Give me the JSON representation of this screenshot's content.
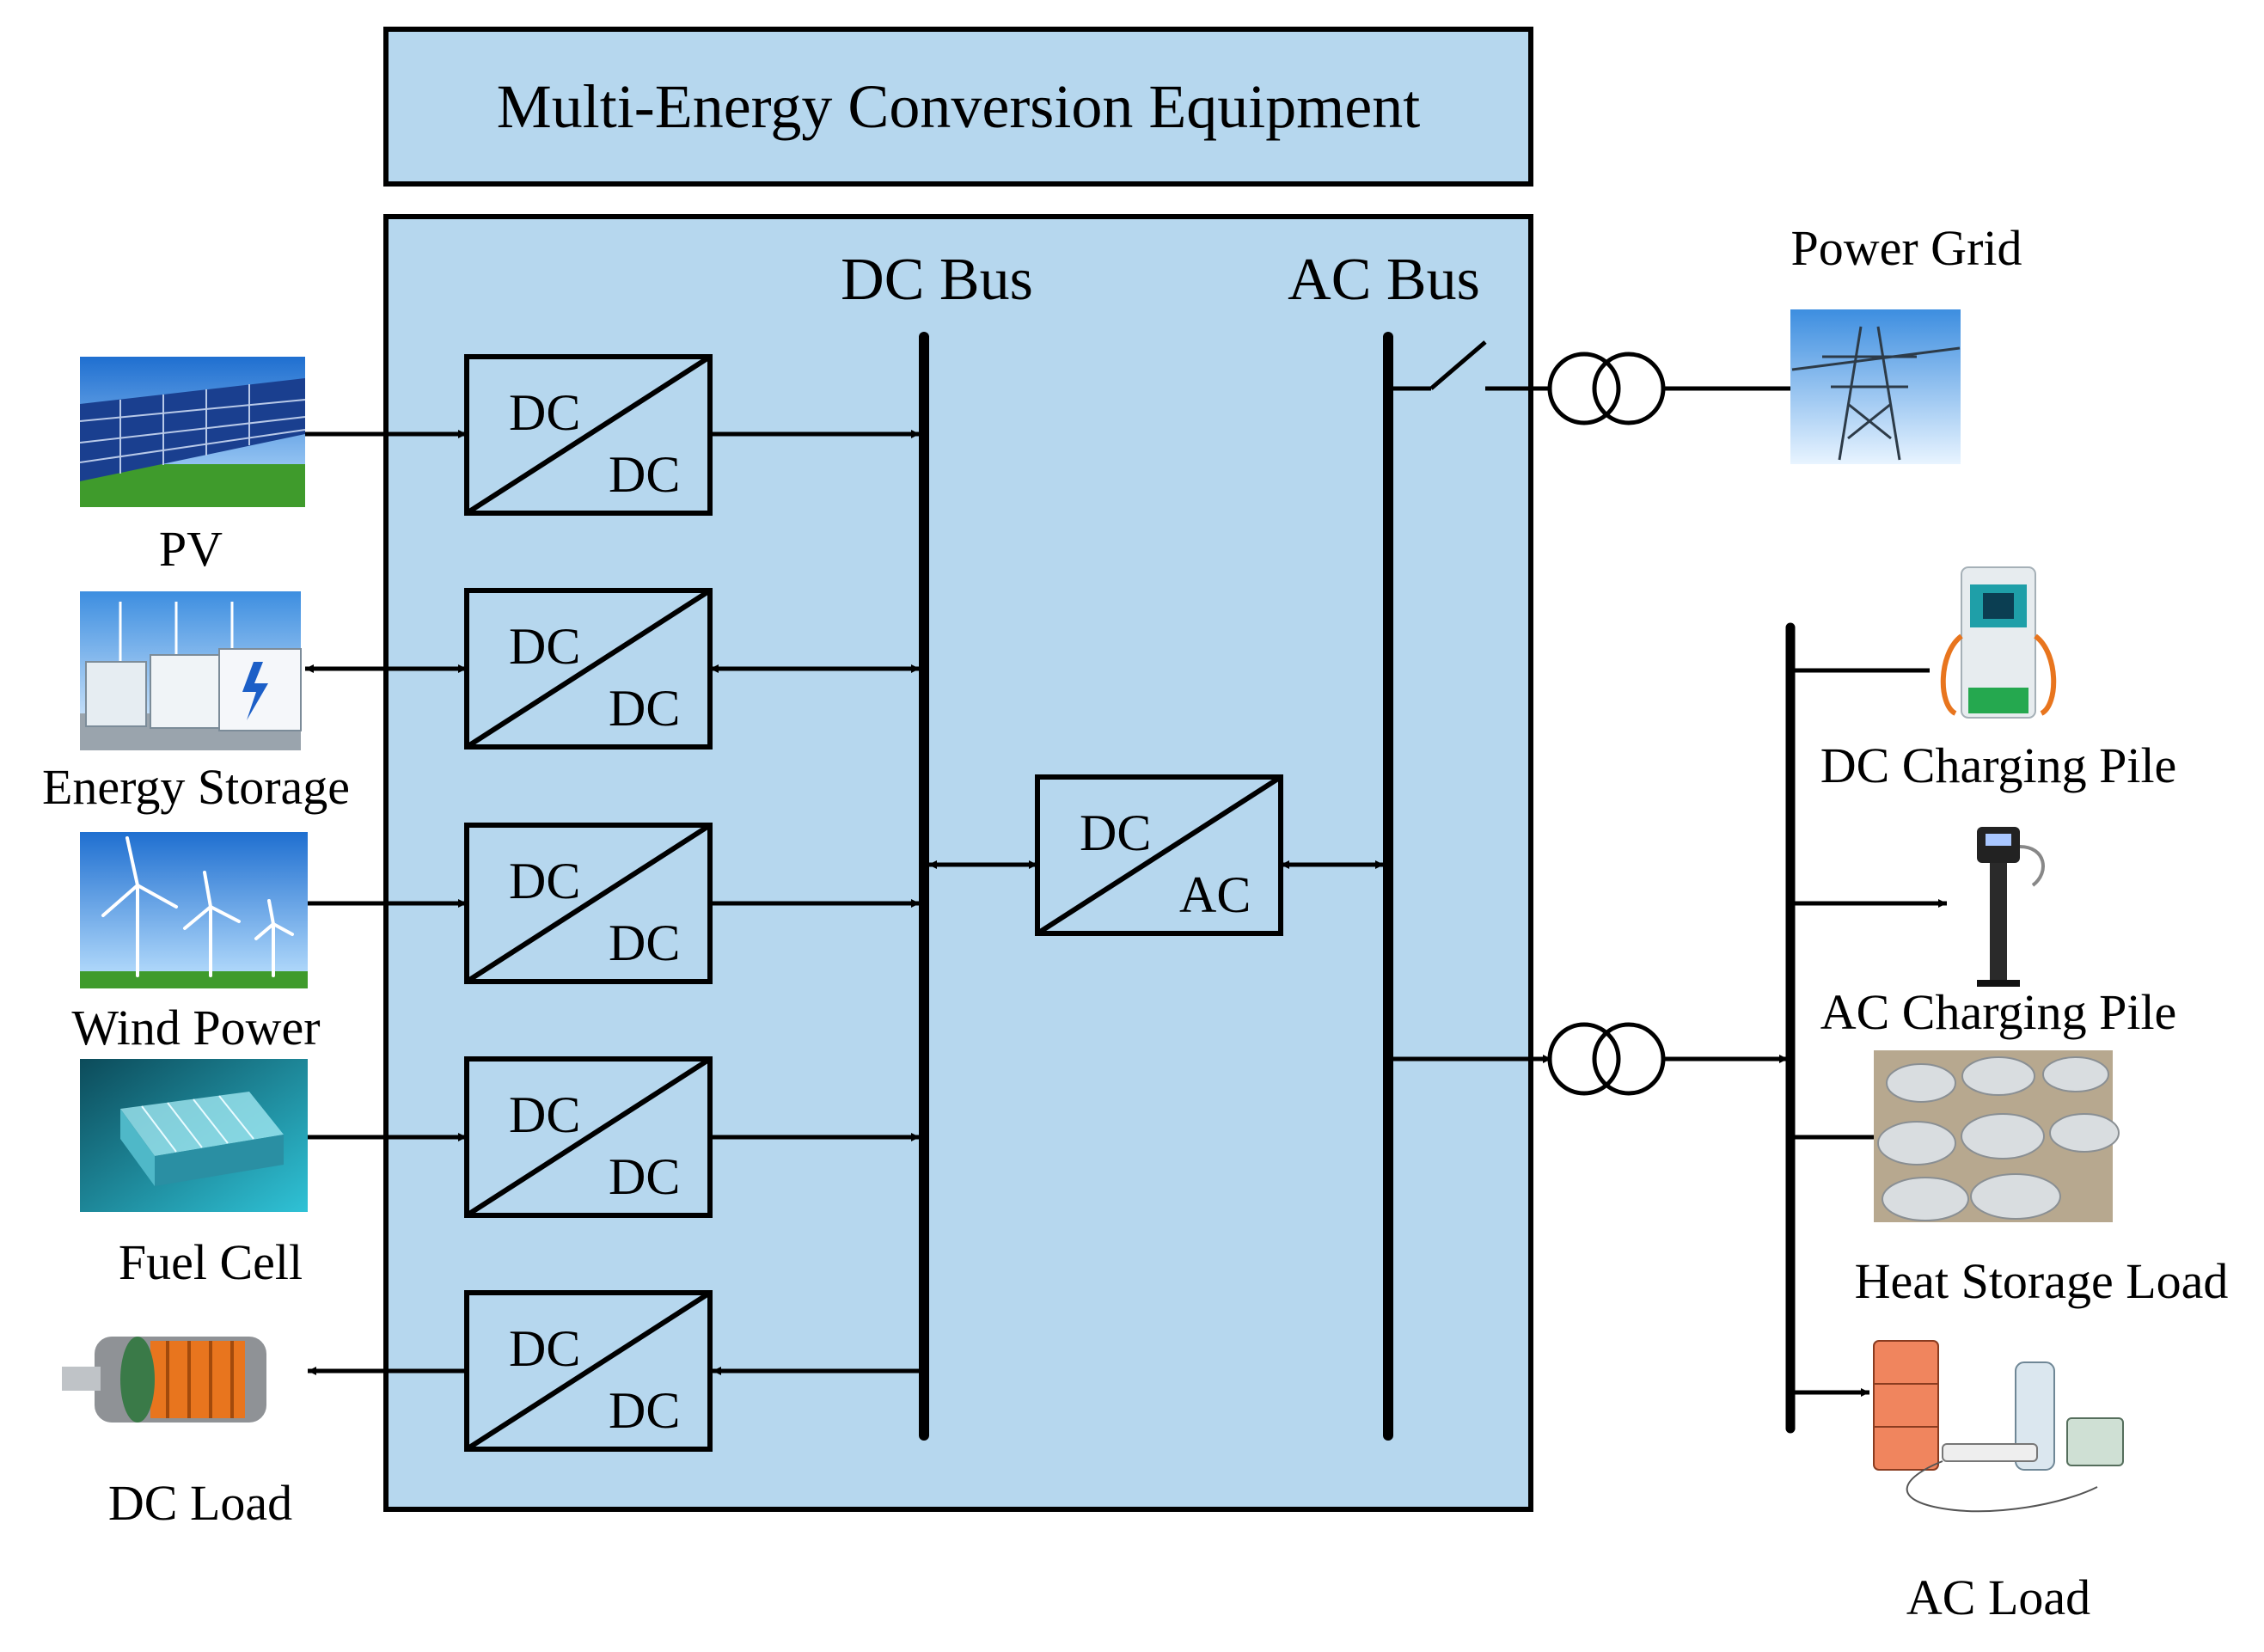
{
  "title": "Multi-Energy Conversion Equipment",
  "buses": {
    "dc": "DC Bus",
    "ac": "AC Bus"
  },
  "converters": [
    {
      "top": "DC",
      "bottom": "DC"
    },
    {
      "top": "DC",
      "bottom": "DC"
    },
    {
      "top": "DC",
      "bottom": "DC"
    },
    {
      "top": "DC",
      "bottom": "DC"
    },
    {
      "top": "DC",
      "bottom": "DC"
    },
    {
      "top": "DC",
      "bottom": "AC"
    }
  ],
  "sources": [
    {
      "label": "PV",
      "icon": "solar-panel-icon"
    },
    {
      "label": "Energy Storage",
      "icon": "battery-container-icon"
    },
    {
      "label": "Wind Power",
      "icon": "wind-turbine-icon"
    },
    {
      "label": "Fuel Cell",
      "icon": "fuel-cell-icon"
    },
    {
      "label": "DC Load",
      "icon": "motor-icon"
    }
  ],
  "grid": {
    "label": "Power Grid",
    "icon": "transmission-tower-icon"
  },
  "loads": [
    {
      "label": "DC Charging Pile",
      "icon": "dc-charger-icon"
    },
    {
      "label": "AC Charging Pile",
      "icon": "ac-charger-icon"
    },
    {
      "label": "Heat Storage Load",
      "icon": "heat-tanks-icon"
    },
    {
      "label": "AC Load",
      "icon": "home-appliances-icon"
    }
  ],
  "colors": {
    "panel": "#b6d7ee",
    "line": "#000000"
  }
}
